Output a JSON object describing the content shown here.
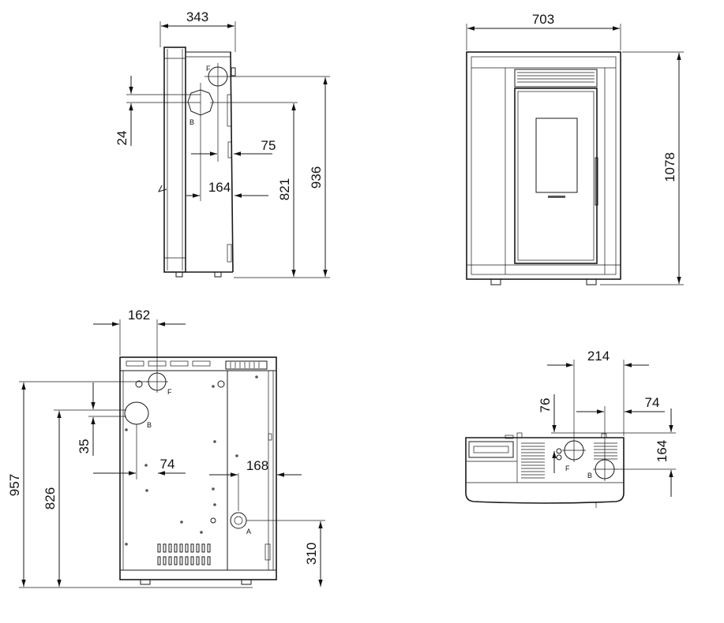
{
  "side_view": {
    "dims": {
      "width": "343",
      "a24": "24",
      "a75": "75",
      "a164": "164",
      "a821": "821",
      "a936": "936"
    },
    "labels": {
      "f": "F",
      "b": "B"
    }
  },
  "front_view": {
    "dims": {
      "width": "703",
      "height": "1078"
    }
  },
  "back_view": {
    "dims": {
      "a162": "162",
      "a957": "957",
      "a826": "826",
      "a35": "35",
      "a74": "74",
      "a168": "168",
      "a310": "310"
    },
    "labels": {
      "f": "F",
      "b": "B",
      "a": "A"
    }
  },
  "top_view": {
    "dims": {
      "a214": "214",
      "a76": "76",
      "a74": "74",
      "a164": "164"
    },
    "labels": {
      "f": "F",
      "b": "B"
    }
  }
}
